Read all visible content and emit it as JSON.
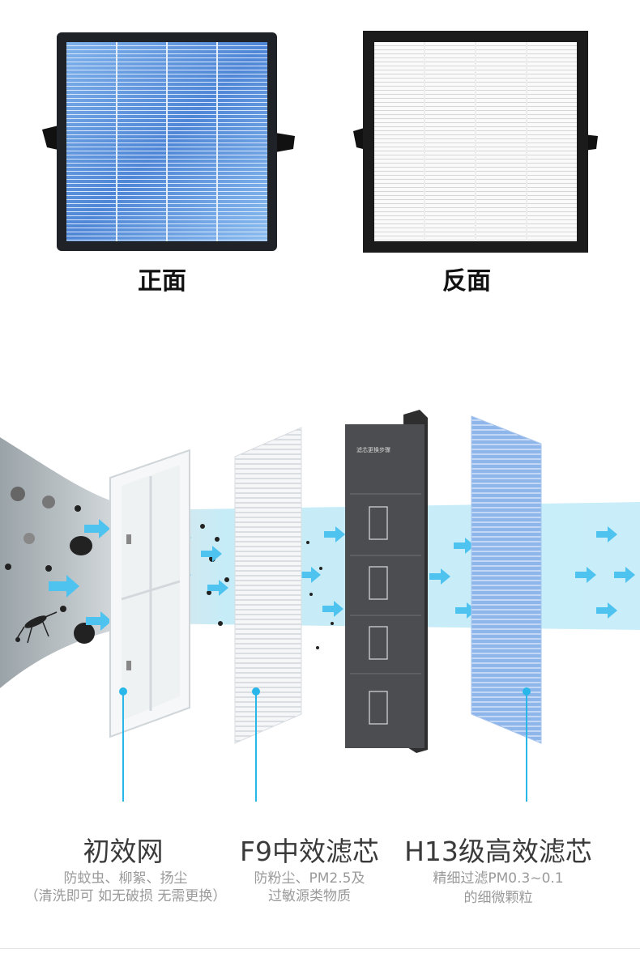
{
  "views": {
    "front_label": "正面",
    "back_label": "反面"
  },
  "layers": [
    {
      "title": "初效网",
      "desc_line1": "防蚊虫、柳絮、扬尘",
      "desc_line2": "（清洗即可 如无破损 无需更换）"
    },
    {
      "title": "F9中效滤芯",
      "desc_line1": "防粉尘、PM2.5及",
      "desc_line2": "过敏源类物质"
    },
    {
      "title": "",
      "desc_line1": "",
      "desc_line2": ""
    },
    {
      "title": "H13级高效滤芯",
      "desc_line1": "精细过滤PM0.3~0.1",
      "desc_line2": "的细微颗粒"
    }
  ],
  "manual_card": {
    "heading": "滤芯更换步骤"
  },
  "colors": {
    "accent": "#29b6e8",
    "airflow": "#bfe9f7",
    "front_filter": "#5b8fd9",
    "frame": "#222222",
    "text_dark": "#3a3a3a",
    "text_gray": "#9a9a9a"
  }
}
